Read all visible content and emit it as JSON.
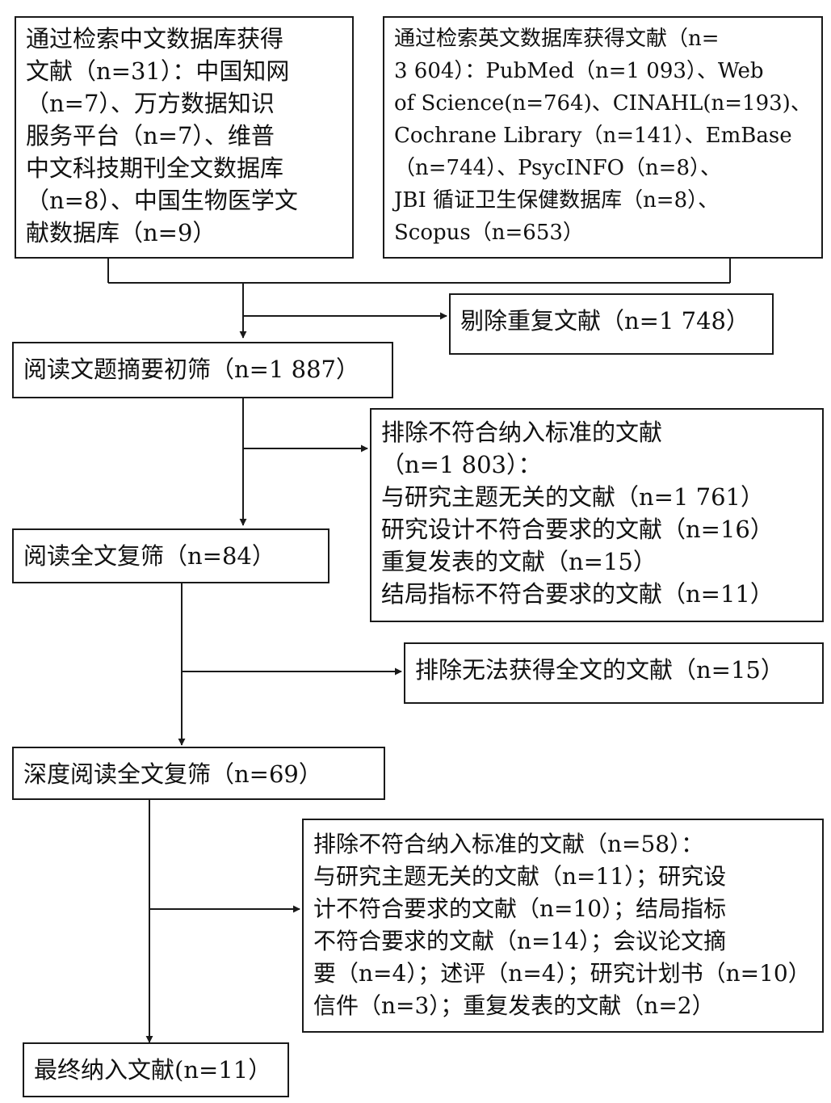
{
  "boxes": {
    "chinese_db": {
      "lines": [
        "通过检索中文数据库获得",
        "文献（n=31）：中国知网",
        "（n=7）、万方数据知识",
        "服务平台（n=7）、维普",
        "中文科技期刊全文数据库",
        "（n=8）、中国生物医学文",
        "献数据库（n=9）"
      ]
    },
    "english_db": {
      "lines": [
        "通过检索英文数据库获得文献（n=",
        "3 604）：PubMed（n=1 093）、Web",
        "of Science(n=764)、CINAHL(n=193)、",
        "Cochrane Library（n=141）、EmBase",
        "（n=744）、PsycINFO（n=8）、",
        "JBI 循证卫生保健数据库（n=8）、",
        "Scopus（n=653）"
      ]
    },
    "remove_duplicates": {
      "text": "剔除重复文献（n=1 748）"
    },
    "title_abstract_screen": {
      "text": "阅读文题摘要初筛（n=1 887）"
    },
    "exclude_criteria_1": {
      "lines": [
        "排除不符合纳入标准的文献",
        "（n=1 803）：",
        "与研究主题无关的文献（n=1 761）",
        "研究设计不符合要求的文献（n=16）",
        "重复发表的文献（n=15）",
        "结局指标不符合要求的文献（n=11）"
      ]
    },
    "fulltext_screen": {
      "text": "阅读全文复筛（n=84）"
    },
    "exclude_no_fulltext": {
      "text": "排除无法获得全文的文献（n=15）"
    },
    "deep_fulltext_screen": {
      "text": "深度阅读全文复筛（n=69）"
    },
    "exclude_criteria_2": {
      "lines": [
        "排除不符合纳入标准的文献（n=58）：",
        "与研究主题无关的文献（n=11）；研究设",
        "计不符合要求的文献（n=10）；结局指标",
        "不符合要求的文献（n=14）；会议论文摘",
        "要（n=4）；述评（n=4）；研究计划书（n=10）",
        "信件（n=3）；重复发表的文献（n=2）"
      ]
    },
    "final_included": {
      "text": "最终纳入文献(n=11）"
    }
  }
}
